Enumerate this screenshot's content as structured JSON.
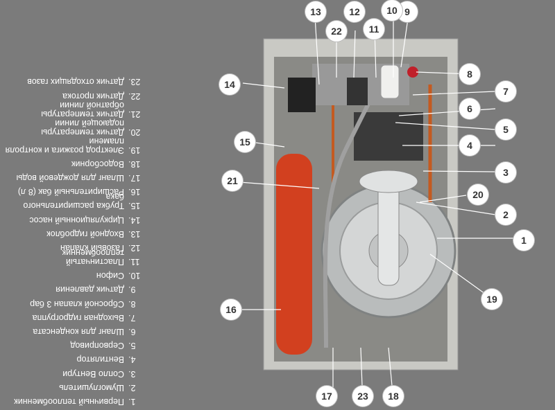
{
  "legend": [
    {
      "num": "1.",
      "text": "Первичный теплообменник"
    },
    {
      "num": "2.",
      "text": "Шумоглушитель"
    },
    {
      "num": "3.",
      "text": "Сопло Вентури"
    },
    {
      "num": "4.",
      "text": "Вентилятор"
    },
    {
      "num": "5.",
      "text": "Сервопривод"
    },
    {
      "num": "6.",
      "text": "Шланг для конденсата"
    },
    {
      "num": "7.",
      "text": "Выходная гидрогруппа"
    },
    {
      "num": "8.",
      "text": "Сбросной клапан 3 бар"
    },
    {
      "num": "9.",
      "text": "Датчик давления"
    },
    {
      "num": "10.",
      "text": "Сифон"
    },
    {
      "num": "11.",
      "text": "Пластинчатый теплообменник"
    },
    {
      "num": "12.",
      "text": "Газовый клапан"
    },
    {
      "num": "13.",
      "text": "Входной гидроблок"
    },
    {
      "num": "14.",
      "text": "Циркуляционный насос"
    },
    {
      "num": "15.",
      "text": "Трубка расширительного бака"
    },
    {
      "num": "16.",
      "text": "Расширительный бак (8 л)"
    },
    {
      "num": "17.",
      "text": "Шланг для дождевой воды"
    },
    {
      "num": "18.",
      "text": "Водосборник"
    },
    {
      "num": "19.",
      "text": "Электрод розжига и контроля пламени"
    },
    {
      "num": "20.",
      "text": "Датчик температуры подающей линии"
    },
    {
      "num": "21.",
      "text": "Датчик температуры обратной линии"
    },
    {
      "num": "22.",
      "text": "Датчик протока"
    },
    {
      "num": "23.",
      "text": "Датчик отходящих газов"
    }
  ],
  "callouts": [
    "1",
    "2",
    "3",
    "4",
    "5",
    "6",
    "7",
    "8",
    "9",
    "10",
    "11",
    "12",
    "13",
    "14",
    "15",
    "16",
    "17",
    "18",
    "19",
    "20",
    "21",
    "22",
    "23"
  ]
}
